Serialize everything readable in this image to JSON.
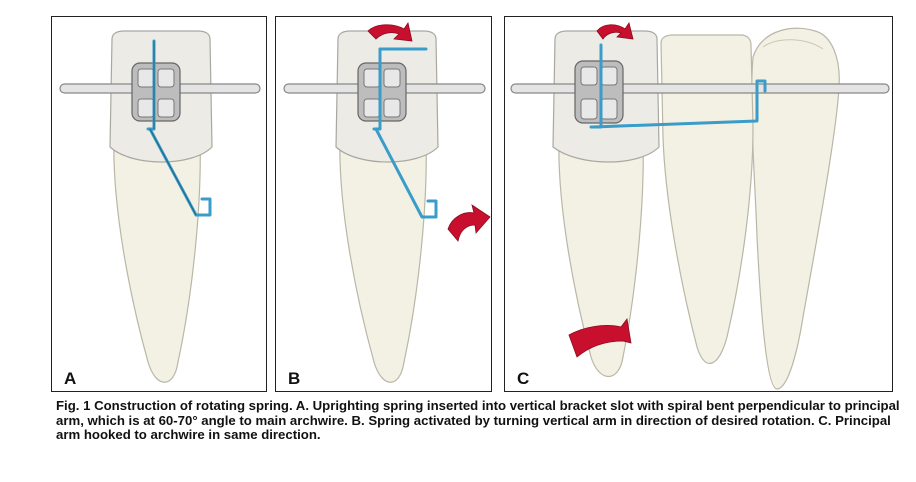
{
  "panels": [
    {
      "label": "A"
    },
    {
      "label": "B"
    },
    {
      "label": "C"
    }
  ],
  "caption": "Fig. 1 Construction of rotating spring. A. Uprighting spring inserted into vertical bracket slot with spiral bent perpendicular to principal arm, which is at 60-70° angle to main archwire. B. Spring activated by turning vertical arm in direction of desired rotation. C. Principal arm hooked to archwire in same direction.",
  "colors": {
    "wire": "#3a9cc8",
    "arrow": "#c8102e",
    "tooth": "#f3f1e4",
    "archwire": "#e4e4e4"
  }
}
